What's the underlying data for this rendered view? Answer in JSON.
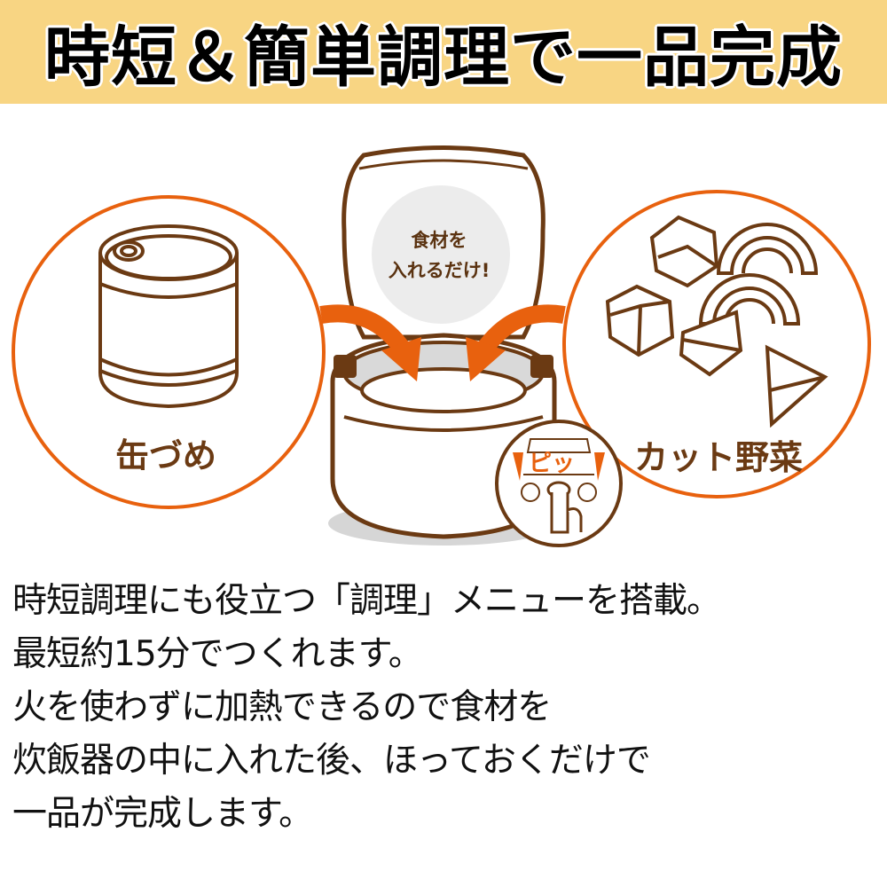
{
  "header": {
    "title": "時短＆簡単調理で一品完成",
    "background_color": "#f8d583"
  },
  "illustration": {
    "center_bubble": {
      "line1": "食材を",
      "line2": "入れるだけ!"
    },
    "left_circle": {
      "label": "缶づめ",
      "icon": "can-icon"
    },
    "right_circle": {
      "label": "カット野菜",
      "icon": "cut-vegetables-icon"
    },
    "button_zoom": {
      "sound_text": "ピッ",
      "icon": "finger-press-button-icon"
    },
    "colors": {
      "outline_brown": "#6b3a13",
      "accent_orange": "#e8610e",
      "bubble_gray": "#ececec",
      "pot_gray": "#d9d9d9"
    }
  },
  "description": {
    "lines": [
      "時短調理にも役立つ「調理」メニューを搭載。",
      "最短約15分でつくれます。",
      "火を使わずに加熱できるので食材を",
      "炊飯器の中に入れた後、ほっておくだけで",
      "一品が完成します。"
    ]
  }
}
